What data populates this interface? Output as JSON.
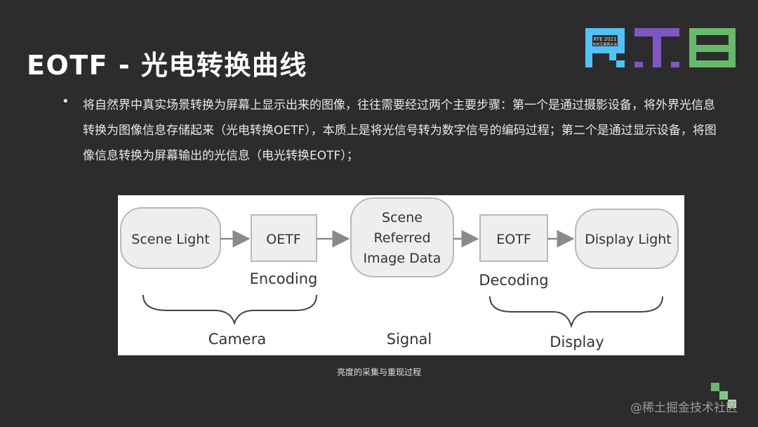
{
  "slide": {
    "title": "EOTF - 光电转换曲线",
    "bullet": "将自然界中真实场景转换为屏幕上显示出来的图像，往往需要经过两个主要步骤：第一个是通过摄影设备，将外界光信息转换为图像信息存储起来（光电转换OETF），本质上是将光信号转为数字信号的编码过程；第二个是通过显示设备，将图像信息转换为屏幕输出的光信息（电光转换EOTF）；",
    "caption": "亮度的采集与重现过程",
    "watermark": "@稀土掘金技术社区"
  },
  "logo": {
    "text_top": "RTE 2021",
    "text_bottom": "实时互联网大会",
    "colors": {
      "R": "#4fc3f7",
      "T": "#7e57c2",
      "E": "#66bb6a"
    }
  },
  "diagram": {
    "nodes": {
      "scene_light": "Scene Light",
      "oetf": "OETF",
      "scene_data_line1": "Scene",
      "scene_data_line2": "Referred",
      "scene_data_line3": "Image Data",
      "eotf": "EOTF",
      "display_light": "Display Light"
    },
    "labels": {
      "encoding": "Encoding",
      "decoding": "Decoding",
      "camera": "Camera",
      "signal": "Signal",
      "display": "Display"
    }
  }
}
